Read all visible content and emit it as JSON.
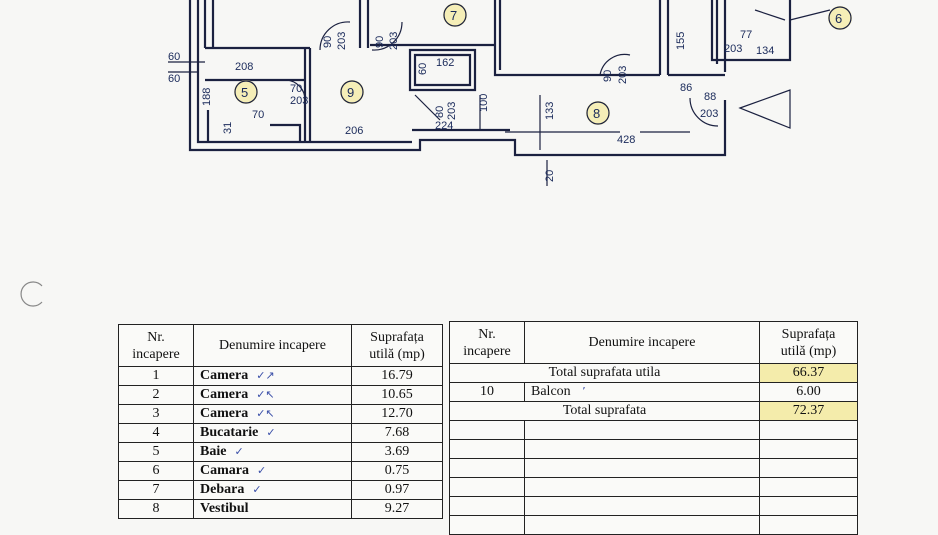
{
  "plan": {
    "dimensions": [
      "60",
      "60",
      "208",
      "188",
      "31",
      "70",
      "70",
      "203",
      "90",
      "203",
      "90",
      "203",
      "60",
      "162",
      "80",
      "203",
      "224",
      "100",
      "206",
      "133",
      "428",
      "90",
      "203",
      "155",
      "86",
      "88",
      "203",
      "77",
      "203",
      "134",
      "20"
    ],
    "room_markers": [
      "5",
      "9",
      "7",
      "8",
      "6"
    ]
  },
  "table_left": {
    "headers": [
      "Nr.\nincapere",
      "Denumire incapere",
      "Suprafața\nutilă (mp)"
    ],
    "rows": [
      {
        "nr": "1",
        "name": "Camera",
        "area": "16.79",
        "mark": "✓↗"
      },
      {
        "nr": "2",
        "name": "Camera",
        "area": "10.65",
        "mark": "✓↖"
      },
      {
        "nr": "3",
        "name": "Camera",
        "area": "12.70",
        "mark": "✓↖"
      },
      {
        "nr": "4",
        "name": "Bucatarie",
        "area": "7.68",
        "mark": "✓"
      },
      {
        "nr": "5",
        "name": "Baie",
        "area": "3.69",
        "mark": "✓"
      },
      {
        "nr": "6",
        "name": "Camara",
        "area": "0.75",
        "mark": "✓"
      },
      {
        "nr": "7",
        "name": "Debara",
        "area": "0.97",
        "mark": "✓"
      },
      {
        "nr": "8",
        "name": "Vestibul",
        "area": "9.27",
        "mark": ""
      }
    ]
  },
  "table_right": {
    "headers": [
      "Nr.\nincapere",
      "Denumire incapere",
      "Suprafața\nutilă (mp)"
    ],
    "total_util_label": "Total suprafata utila",
    "total_util_value": "66.37",
    "balcon_nr": "10",
    "balcon_name": "Balcon",
    "balcon_area": "6.00",
    "total_label": "Total suprafata",
    "total_value": "72.37"
  }
}
